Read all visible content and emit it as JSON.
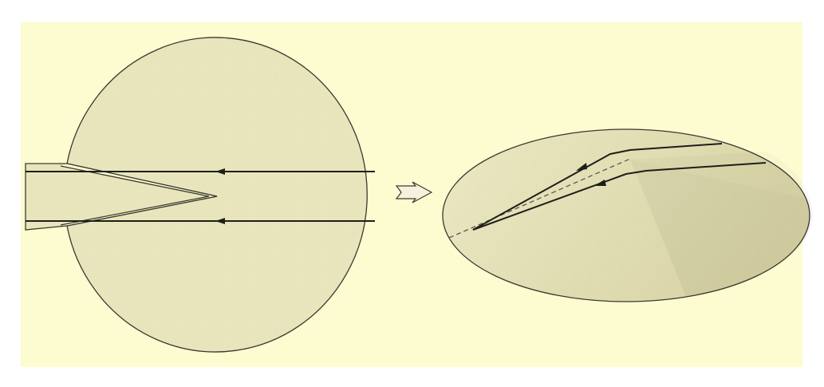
{
  "colors": {
    "page": "#ffffff",
    "background": "#fdfbd0",
    "disk_fill": "#e9e6bd",
    "cone_light": "#ece9c4",
    "cone_dark": "#d9d5a6",
    "stroke": "#3a3a30",
    "line": "#1e1e18",
    "dashed_line": "#5c5c4c",
    "arrow_fill": "#f4f2dc"
  },
  "figure": {
    "left": {
      "shape": "circle with wedge cut out",
      "paths": 2,
      "direction_markers": 2
    },
    "transition": {
      "icon": "right-arrow-icon"
    },
    "right": {
      "shape": "cone formed by joining the cut edges",
      "paths": 2,
      "direction_markers": 2,
      "dashed_seam": true
    }
  }
}
